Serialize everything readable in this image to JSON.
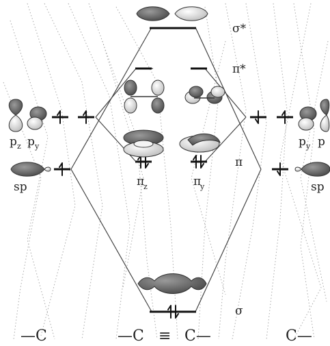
{
  "labels": {
    "sigma_star": "σ*",
    "pi_star": "π*",
    "pi": "π",
    "sigma": "σ",
    "pi_z_base": "π",
    "pi_z_sub": "z",
    "pi_y_base": "π",
    "pi_y_sub": "y",
    "left_pz_base": "p",
    "left_pz_sub": "z",
    "left_py_base": "p",
    "left_py_sub": "y",
    "right_py_base": "p",
    "right_py_sub": "y",
    "right_pz_base": "p",
    "left_sp": "sp",
    "right_sp": "sp",
    "bottom_left_atom": "—C",
    "bottom_center_left": "—C",
    "bottom_triple_bond": "≡",
    "bottom_center_right": "C—",
    "bottom_right_atom": "C—"
  },
  "colors": {
    "line": "#111111",
    "connector": "#555555",
    "dotted": "#9a9a9a",
    "lobe_dark": "#6e6e6e",
    "lobe_light": "#d6d6d6"
  }
}
